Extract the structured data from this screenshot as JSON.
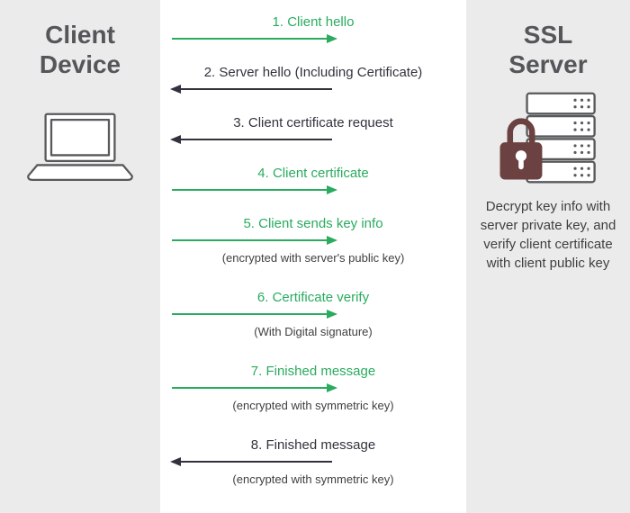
{
  "client": {
    "title": "Client Device"
  },
  "server": {
    "title": "SSL Server",
    "note": "Decrypt key info with server private key, and verify client certificate with client public key"
  },
  "colors": {
    "green": "#2aab5f",
    "dark": "#32323e",
    "lock": "#6b4141",
    "panel": "#ebebeb",
    "icon": "#58595b",
    "heading": "#55565a",
    "subtext": "#3f3f3f"
  },
  "steps": [
    {
      "label": "1. Client hello",
      "direction": "right",
      "tone": "green",
      "subtext": ""
    },
    {
      "label": "2. Server hello (Including Certificate)",
      "direction": "left",
      "tone": "dark",
      "subtext": ""
    },
    {
      "label": "3. Client certificate request",
      "direction": "left",
      "tone": "dark",
      "subtext": ""
    },
    {
      "label": "4. Client certificate",
      "direction": "right",
      "tone": "green",
      "subtext": ""
    },
    {
      "label": "5. Client sends key info",
      "direction": "right",
      "tone": "green",
      "subtext": "(encrypted with server's public key)"
    },
    {
      "label": "6. Certificate verify",
      "direction": "right",
      "tone": "green",
      "subtext": "(With Digital signature)"
    },
    {
      "label": "7. Finished message",
      "direction": "right",
      "tone": "green",
      "subtext": "(encrypted with symmetric key)"
    },
    {
      "label": "8. Finished message",
      "direction": "left",
      "tone": "dark",
      "subtext": "(encrypted with symmetric key)"
    }
  ]
}
